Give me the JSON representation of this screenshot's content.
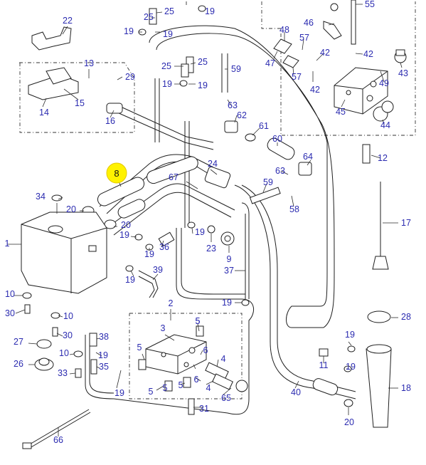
{
  "highlight": "8",
  "labels": [
    "22",
    "25",
    "25",
    "19",
    "19",
    "19",
    "46",
    "55",
    "48",
    "57",
    "42",
    "42",
    "13",
    "29",
    "25",
    "25",
    "19",
    "19",
    "59",
    "47",
    "57",
    "42",
    "43",
    "49",
    "14",
    "15",
    "16",
    "63",
    "62",
    "61",
    "45",
    "44",
    "60",
    "12",
    "64",
    "24",
    "8",
    "67",
    "63",
    "34",
    "59",
    "58",
    "17",
    "20",
    "20",
    "19",
    "19",
    "23",
    "9",
    "1",
    "36",
    "37",
    "10",
    "30",
    "39",
    "19",
    "19",
    "19",
    "3",
    "2",
    "5",
    "38",
    "19",
    "28",
    "27",
    "26",
    "33",
    "35",
    "5",
    "6",
    "5",
    "19",
    "11",
    "4",
    "6",
    "4",
    "19",
    "40",
    "18",
    "5",
    "5",
    "65",
    "19",
    "31",
    "20",
    "66",
    "10",
    "10",
    "30",
    "5"
  ]
}
